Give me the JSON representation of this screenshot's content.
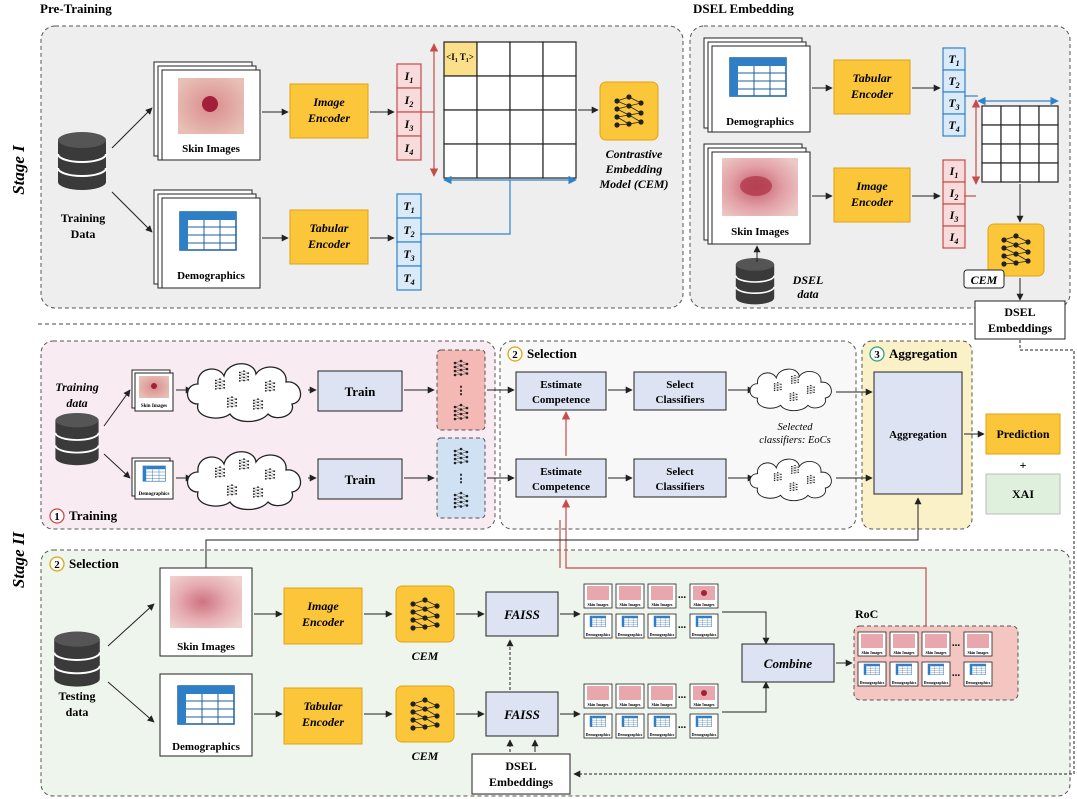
{
  "stage1": {
    "label": "Stage I",
    "pretraining": {
      "title": "Pre-Training",
      "training_data": [
        "Training",
        "Data"
      ],
      "skin_images": "Skin Images",
      "demographics": "Demographics",
      "image_encoder": [
        "Image",
        "Encoder"
      ],
      "tabular_encoder": [
        "Tabular",
        "Encoder"
      ],
      "image_tokens": [
        "I1",
        "I2",
        "I3",
        "I4"
      ],
      "text_tokens": [
        "T1",
        "T2",
        "T3",
        "T4"
      ],
      "pair_label": "<I1 T1>",
      "cem": [
        "Contrastive",
        "Embedding",
        "Model (CEM)"
      ]
    },
    "dsel": {
      "title": "DSEL Embedding",
      "demographics": "Demographics",
      "skin_images": "Skin Images",
      "tabular_encoder": [
        "Tabular",
        "Encoder"
      ],
      "image_encoder": [
        "Image",
        "Encoder"
      ],
      "text_tokens": [
        "T1",
        "T2",
        "T3",
        "T4"
      ],
      "image_tokens": [
        "I1",
        "I2",
        "I3",
        "I4"
      ],
      "cem": "CEM",
      "dsel_data": [
        "DSEL",
        "data"
      ],
      "dsel_embeddings": [
        "DSEL",
        "Embeddings"
      ]
    }
  },
  "stage2": {
    "label": "Stage II",
    "training": {
      "badge": "1",
      "title": "Training",
      "training_data": [
        "Training",
        "data"
      ],
      "skin_images_small": "Skin Images",
      "demographics_small": "Demographics",
      "train_label": "Train"
    },
    "selection_top": {
      "badge": "2",
      "title": "Selection",
      "estimate": [
        "Estimate",
        "Competence"
      ],
      "select": [
        "Select",
        "Classifiers"
      ],
      "eocs": [
        "Selected",
        "classifiers: EoCs"
      ]
    },
    "aggregation": {
      "badge": "3",
      "title": "Aggregation",
      "block": "Aggregation",
      "prediction": "Prediction",
      "plus": "+",
      "xai": "XAI"
    },
    "selection_bottom": {
      "badge": "2",
      "title": "Selection",
      "testing_data": [
        "Testing",
        "data"
      ],
      "skin_images": "Skin Images",
      "demographics": "Demographics",
      "image_encoder": [
        "Image",
        "Encoder"
      ],
      "tabular_encoder": [
        "Tabular",
        "Encoder"
      ],
      "cem": "CEM",
      "faiss": "FAISS",
      "dsel_embeddings": [
        "DSEL",
        "Embeddings"
      ],
      "combine": "Combine",
      "roc": "RoC",
      "thumb_skin": "Skin Images",
      "thumb_demo": "Demographics",
      "dots": "..."
    }
  },
  "colors": {
    "encoder": "#fcc63a",
    "encoder_border": "#e2a313",
    "block_blue": "#dde3f2",
    "image_token_fill": "#f8dcdc",
    "image_token_border": "#c84b4b",
    "text_token_fill": "#dbeaf8",
    "text_token_border": "#2f84c9",
    "arrow_blue": "#2f84c9",
    "arrow_red": "#c84b4b",
    "panel_gray": "#eeeeee",
    "panel_pink": "#f8ecf2",
    "panel_yellow": "#fbf1c8",
    "panel_green": "#eef5ec",
    "xai_green": "#dff1dc",
    "red_dark": "#c84b4b"
  }
}
